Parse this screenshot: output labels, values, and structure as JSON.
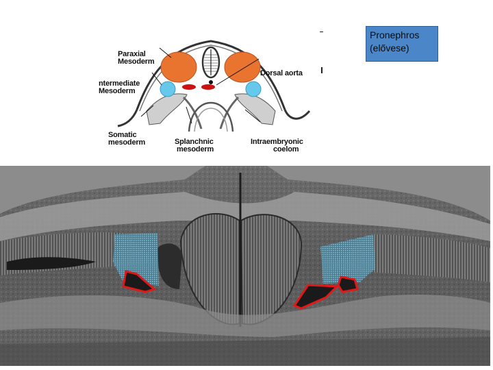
{
  "diagram": {
    "labels": {
      "paraxial": [
        "Paraxial",
        "Mesoderm"
      ],
      "dorsal_aorta": "Dorsal aorta",
      "intermediate": [
        "ntermediate",
        "Mesoderm"
      ],
      "somatic": [
        "Somatic",
        "mesoderm"
      ],
      "splanchnic": [
        "Splanchnic",
        "mesoderm"
      ],
      "intraembryonic": [
        "Intraembryonic",
        "coelom"
      ]
    },
    "colors": {
      "paraxial": "#e8742f",
      "intermediate": "#66c8ea",
      "dorsal_aorta": "#cc1111"
    }
  },
  "callout": {
    "lines": [
      "Pronephros",
      "(elővese)"
    ],
    "background": "#4a86c8"
  },
  "micrograph": {
    "highlight_color": "#e01818",
    "overlay_color": "#7ad0f0"
  }
}
